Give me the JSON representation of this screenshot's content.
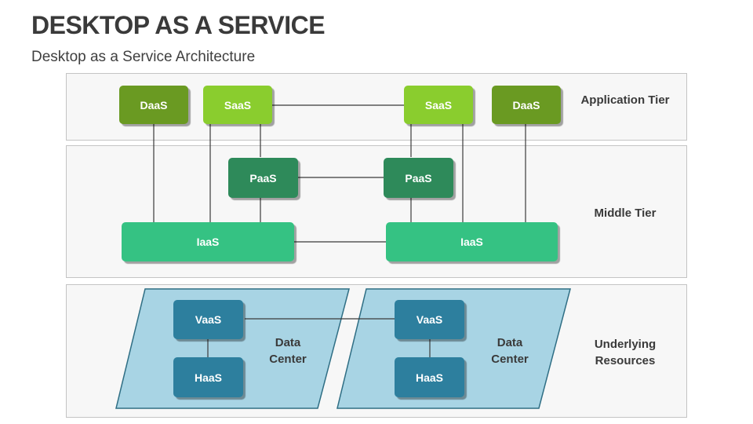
{
  "header": {
    "title": "DESKTOP AS A SERVICE",
    "subtitle": "Desktop as a Service Architecture"
  },
  "tiers": {
    "application": "Application Tier",
    "middle": "Middle Tier",
    "underlying": "Underlying Resources"
  },
  "nodes": {
    "daas_left": "DaaS",
    "saas_left": "SaaS",
    "saas_right": "SaaS",
    "daas_right": "DaaS",
    "paas_left": "PaaS",
    "paas_right": "PaaS",
    "iaas_left": "IaaS",
    "iaas_right": "IaaS",
    "vaas_left": "VaaS",
    "haas_left": "HaaS",
    "vaas_right": "VaaS",
    "haas_right": "HaaS"
  },
  "data_centers": {
    "left": "Data Center",
    "right": "Data Center"
  },
  "colors": {
    "daas": "#6a9a22",
    "saas": "#8acd2e",
    "paas": "#2e8a5a",
    "iaas": "#35c283",
    "vaas_haas": "#2d7f9e",
    "data_center_fill": "#a8d4e4",
    "data_center_stroke": "#2f6e84"
  }
}
